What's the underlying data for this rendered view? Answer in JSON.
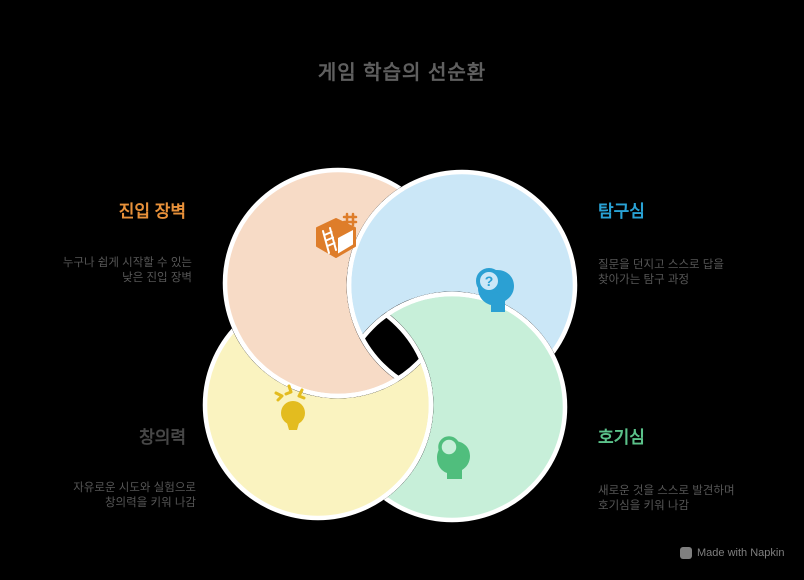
{
  "title": {
    "text": "게임 학습의 선순환",
    "color": "#5f5f5f"
  },
  "watermark": {
    "text": "Made with Napkin"
  },
  "diagram": {
    "center_hole_color": "#000000",
    "stroke_color": "#ffffff",
    "segments": [
      {
        "name": "진입 장벽",
        "position": "top-left",
        "fill": "#F7DBC6",
        "label_color": "#E8913A",
        "icon": "ladder-over-wall-icon",
        "icon_color": "#DE7D2A",
        "description": "누구나 쉽게 시작할 수 있는\n낮은 진입 장벽"
      },
      {
        "name": "탐구심",
        "position": "top-right",
        "fill": "#CBE7F7",
        "label_color": "#29A2D5",
        "icon": "head-question-magnifier-icon",
        "icon_color": "#2BA0D3",
        "description": "질문을 던지고 스스로 답을\n찾아가는 탐구 과정"
      },
      {
        "name": "창의력",
        "position": "bottom-left",
        "fill": "#FAF3C0",
        "label_color": "#474747",
        "icon": "lightbulb-rays-icon",
        "icon_color": "#E3BC1F",
        "description": "자유로운 시도와 실험으로\n창의력을 키워 나감"
      },
      {
        "name": "호기심",
        "position": "bottom-right",
        "fill": "#C7EFD9",
        "label_color": "#5BC28A",
        "icon": "head-magnifier-icon",
        "icon_color": "#50BE7D",
        "description": "새로운 것을 스스로 발견하며\n호기심을 키워 나감"
      }
    ]
  }
}
